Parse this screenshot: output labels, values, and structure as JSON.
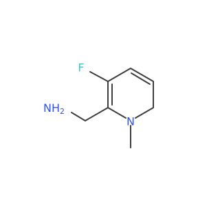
{
  "molecule": {
    "atoms": {
      "fluorine": "F",
      "amine": "NH",
      "amine_subscript": "2",
      "ring_nitrogen": "N"
    },
    "colors": {
      "carbon_bond": "#3d3d3d",
      "fluorine": "#33cccc",
      "nitrogen": "#3050f8"
    }
  }
}
